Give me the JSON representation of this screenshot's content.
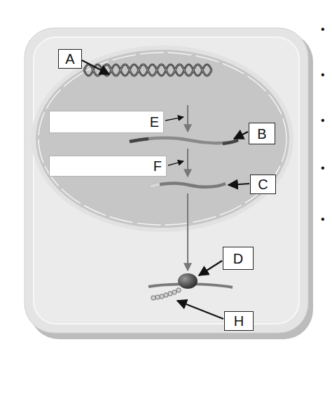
{
  "diagram": {
    "nodes": [
      {
        "text": [
          "A"
        ]
      },
      {
        "text": [
          "E"
        ]
      },
      {
        "text": [
          "B"
        ]
      },
      {
        "text": [
          "F"
        ]
      },
      {
        "text": [
          "C"
        ]
      },
      {
        "text": [
          "D"
        ]
      },
      {
        "text": [
          "H"
        ]
      }
    ],
    "labels": [
      "•",
      "•",
      "•",
      "•",
      "•"
    ]
  }
}
